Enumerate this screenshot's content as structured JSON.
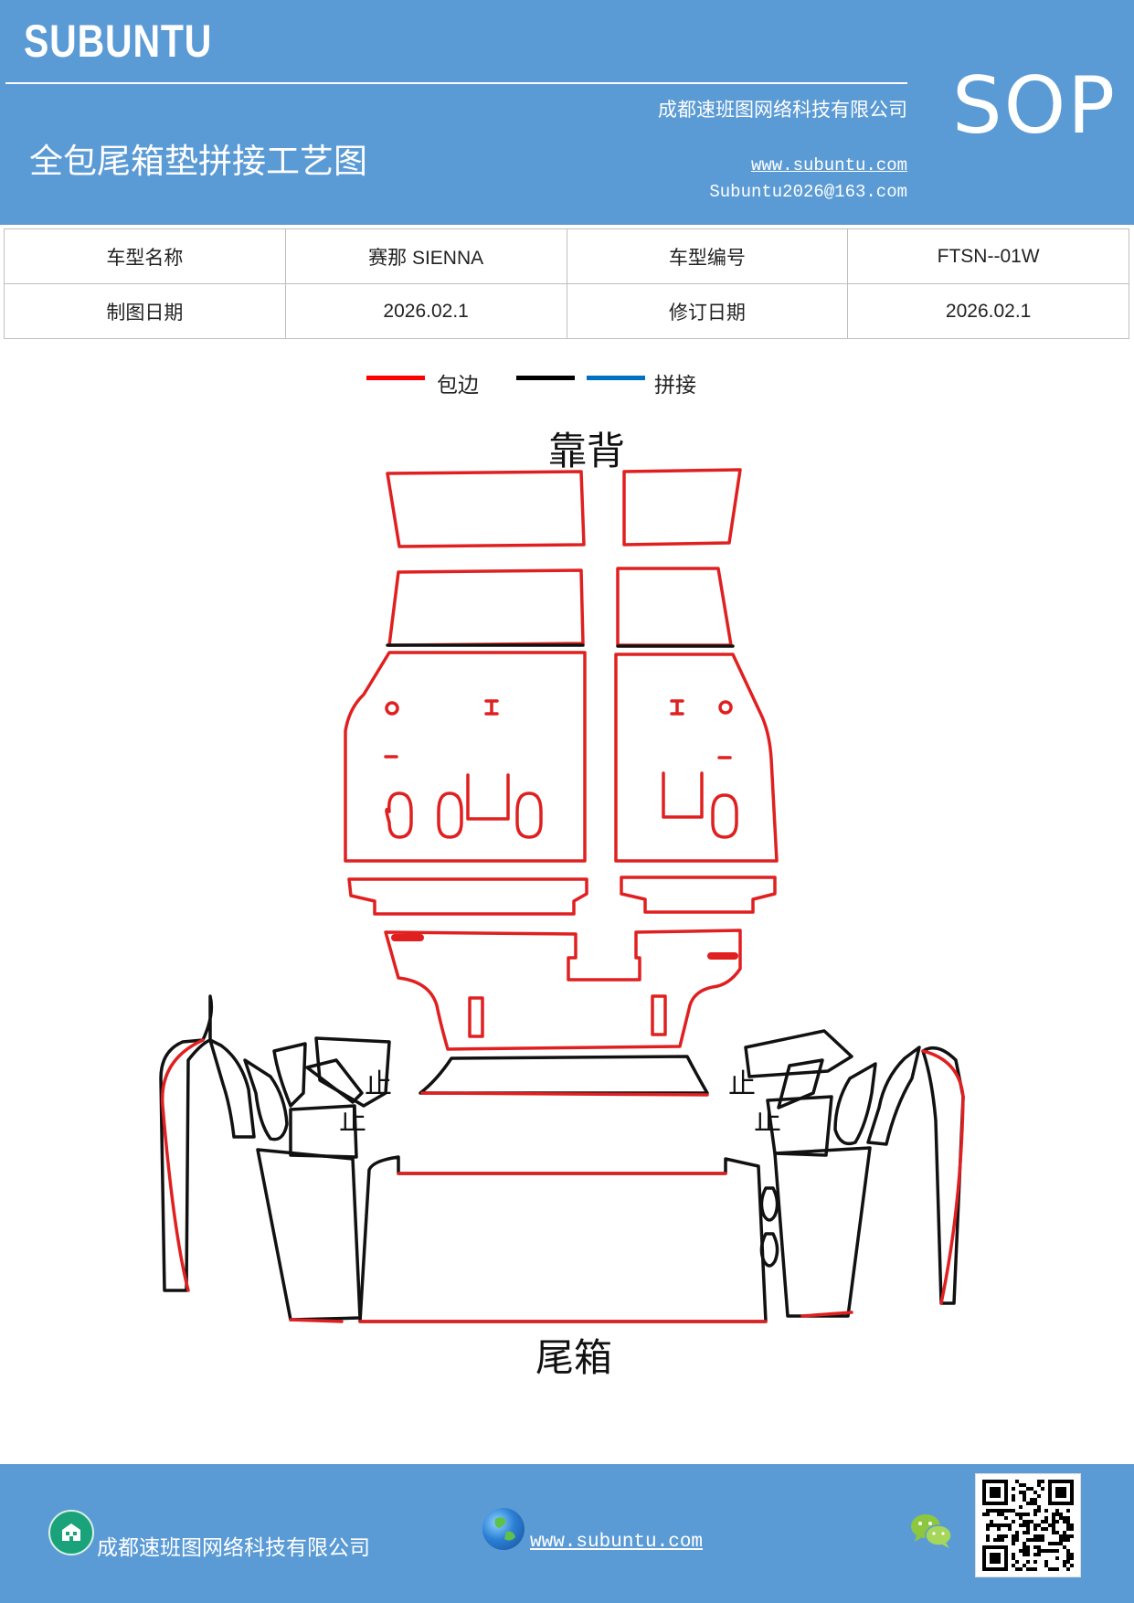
{
  "header": {
    "brand": "SUBUNTU",
    "company": "成都速班图网络科技有限公司",
    "title": "全包尾箱垫拼接工艺图",
    "website": "www.subuntu.com",
    "email": "Subuntu2026@163.com",
    "badge": "SOP"
  },
  "info_table": {
    "rows": [
      [
        "车型名称",
        "赛那 SIENNA",
        "车型编号",
        "FTSN--01W"
      ],
      [
        "制图日期",
        "2026.02.1",
        "修订日期",
        "2026.02.1"
      ]
    ]
  },
  "legend": {
    "items": [
      {
        "label": "包边",
        "color": "#ff0000"
      },
      {
        "label": "",
        "color": "#000000"
      },
      {
        "label": "拼接",
        "color": "#0070c0"
      }
    ]
  },
  "diagram": {
    "top_label": "靠背",
    "bottom_label": "尾箱",
    "stop_mark": "止",
    "colors": {
      "edge": "#e02020",
      "seam": "#111111"
    }
  },
  "footer": {
    "company": "成都速班图网络科技有限公司",
    "website": "www.subuntu.com "
  }
}
